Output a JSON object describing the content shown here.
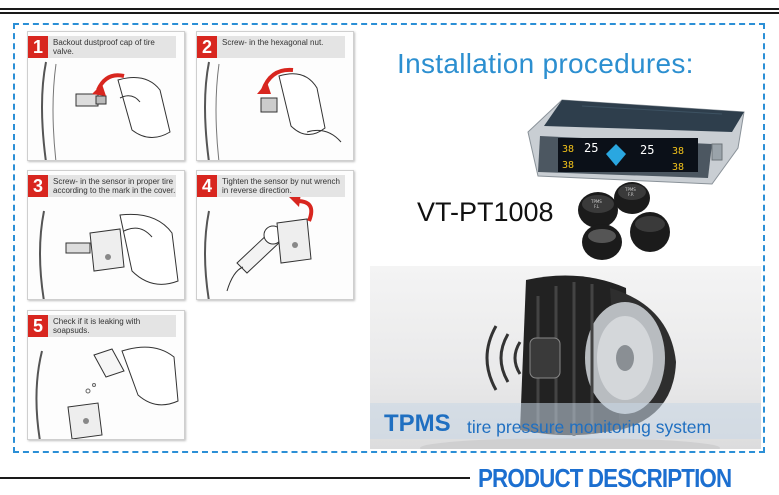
{
  "steps": [
    {
      "number": "1",
      "caption": "Backout dustproof cap of tire valve."
    },
    {
      "number": "2",
      "caption": "Screw- in the hexagonal nut."
    },
    {
      "number": "3",
      "caption": "Screw- in the sensor in proper tire according to the mark in the cover."
    },
    {
      "number": "4",
      "caption": "Tighten the sensor by nut wrench in reverse direction."
    },
    {
      "number": "5",
      "caption": "Check if it is leaking with soapsuds."
    }
  ],
  "installation_title": "Installation procedures:",
  "product_model": "VT-PT1008",
  "display_readouts": [
    "38",
    "25",
    "38",
    "25",
    "38",
    "38"
  ],
  "sensor_labels": [
    "TPMS",
    "F.L",
    "TPMS",
    "F.R"
  ],
  "tpms_banner": {
    "acronym": "TPMS",
    "description": "tire pressure monitoring system"
  },
  "footer_heading": "PRODUCT DESCRIPTION",
  "colors": {
    "accent_blue": "#2c8fd0",
    "step_red": "#d8261f",
    "heading_blue": "#1c6fd0",
    "frame_dashed": "#2b8fd6"
  }
}
